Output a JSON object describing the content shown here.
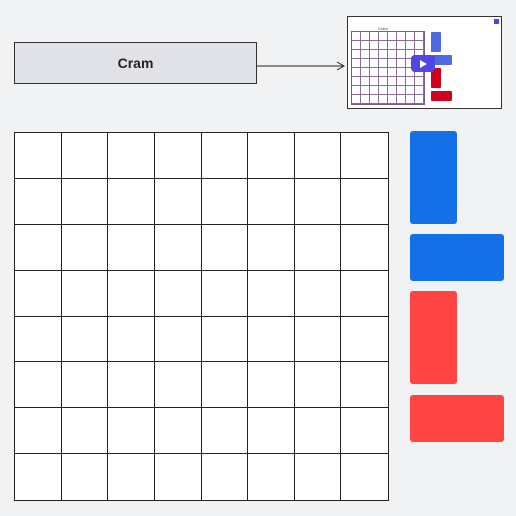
{
  "game": {
    "title": "Cram",
    "board": {
      "rows": 8,
      "cols": 8
    }
  },
  "thumbnail": {
    "title": "Cram"
  },
  "pieces": [
    {
      "id": "blue-vertical",
      "player": "blue",
      "orientation": "vertical"
    },
    {
      "id": "blue-horizontal",
      "player": "blue",
      "orientation": "horizontal"
    },
    {
      "id": "red-vertical",
      "player": "red",
      "orientation": "vertical"
    },
    {
      "id": "red-horizontal",
      "player": "red",
      "orientation": "horizontal"
    }
  ],
  "colors": {
    "blue": "#1470e6",
    "red": "#ff4444",
    "accent": "#4f46e5",
    "background": "#f1f2f4"
  }
}
